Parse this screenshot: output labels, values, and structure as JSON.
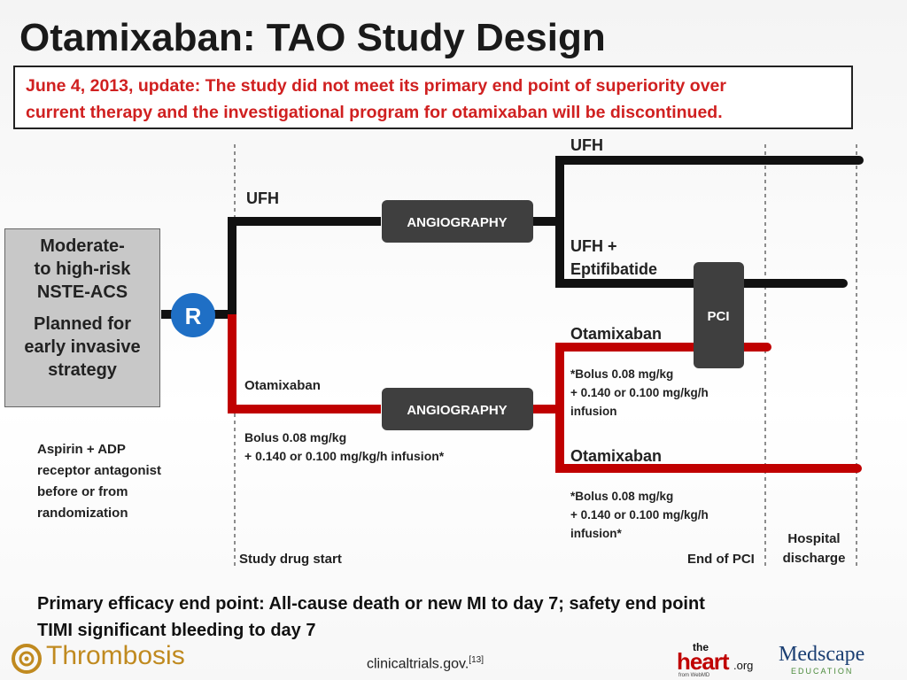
{
  "title": "Otamixaban: TAO Study Design",
  "update": {
    "line1": "June 4, 2013, update: The study did not meet its primary end point of superiority over",
    "line2": "current therapy and the investigational program  for otamixaban will be discontinued."
  },
  "population": {
    "line1": "Moderate-",
    "line2": "to high-risk",
    "line3": "NSTE-ACS",
    "line4": "Planned  for",
    "line5": "early invasive",
    "line6": "strategy"
  },
  "background_therapy": {
    "line1": "Aspirin + ADP",
    "line2": "receptor antagonist",
    "line3": "before or from",
    "line4": "randomization"
  },
  "randomization_label": "R",
  "arms": {
    "ufh_label": "UFH",
    "otamixaban_label": "Otamixaban",
    "otamixaban_dose_line1": "Bolus 0.08 mg/kg",
    "otamixaban_dose_line2": "+ 0.140 or 0.100 mg/kg/h infusion*"
  },
  "angiography_label": "ANGIOGRAPHY",
  "pci_label": "PCI",
  "branches": {
    "ufh_top": "UFH",
    "ufh_eptifibatide_line1": "UFH +",
    "ufh_eptifibatide_line2": "Eptifibatide",
    "otamixaban_pci": "Otamixaban",
    "otamixaban_pci_dose_line1": "*Bolus 0.08 mg/kg",
    "otamixaban_pci_dose_line2": "+ 0.140 or 0.100 mg/kg/h",
    "otamixaban_pci_dose_line3": "infusion",
    "otamixaban_nopci": "Otamixaban",
    "otamixaban_nopci_dose_line1": "*Bolus 0.08 mg/kg",
    "otamixaban_nopci_dose_line2": "+ 0.140 or 0.100 mg/kg/h",
    "otamixaban_nopci_dose_line3": "infusion*"
  },
  "timeline": {
    "study_drug_start": "Study drug start",
    "end_of_pci": "End of PCI",
    "hospital_line1": "Hospital",
    "hospital_line2": "discharge"
  },
  "endpoints": {
    "line1": "Primary efficacy end point: All-cause death or new MI to day 7; safety end point",
    "line2": "TIMI significant bleeding to day 7"
  },
  "footer": {
    "thrombosis": "Thrombosis",
    "source": "clinicaltrials.gov.",
    "source_ref": "[13]",
    "heart_the": "the",
    "heart_main": "heart",
    "heart_org": ".org",
    "heart_from": "from WebMD",
    "medscape_main": "Medscape",
    "medscape_sub": "EDUCATION"
  },
  "colors": {
    "black_line": "#111111",
    "red_line": "#c00000",
    "randomization": "#1f6fc5",
    "box_dark": "#3f3f3f",
    "update_text": "#d02020"
  }
}
